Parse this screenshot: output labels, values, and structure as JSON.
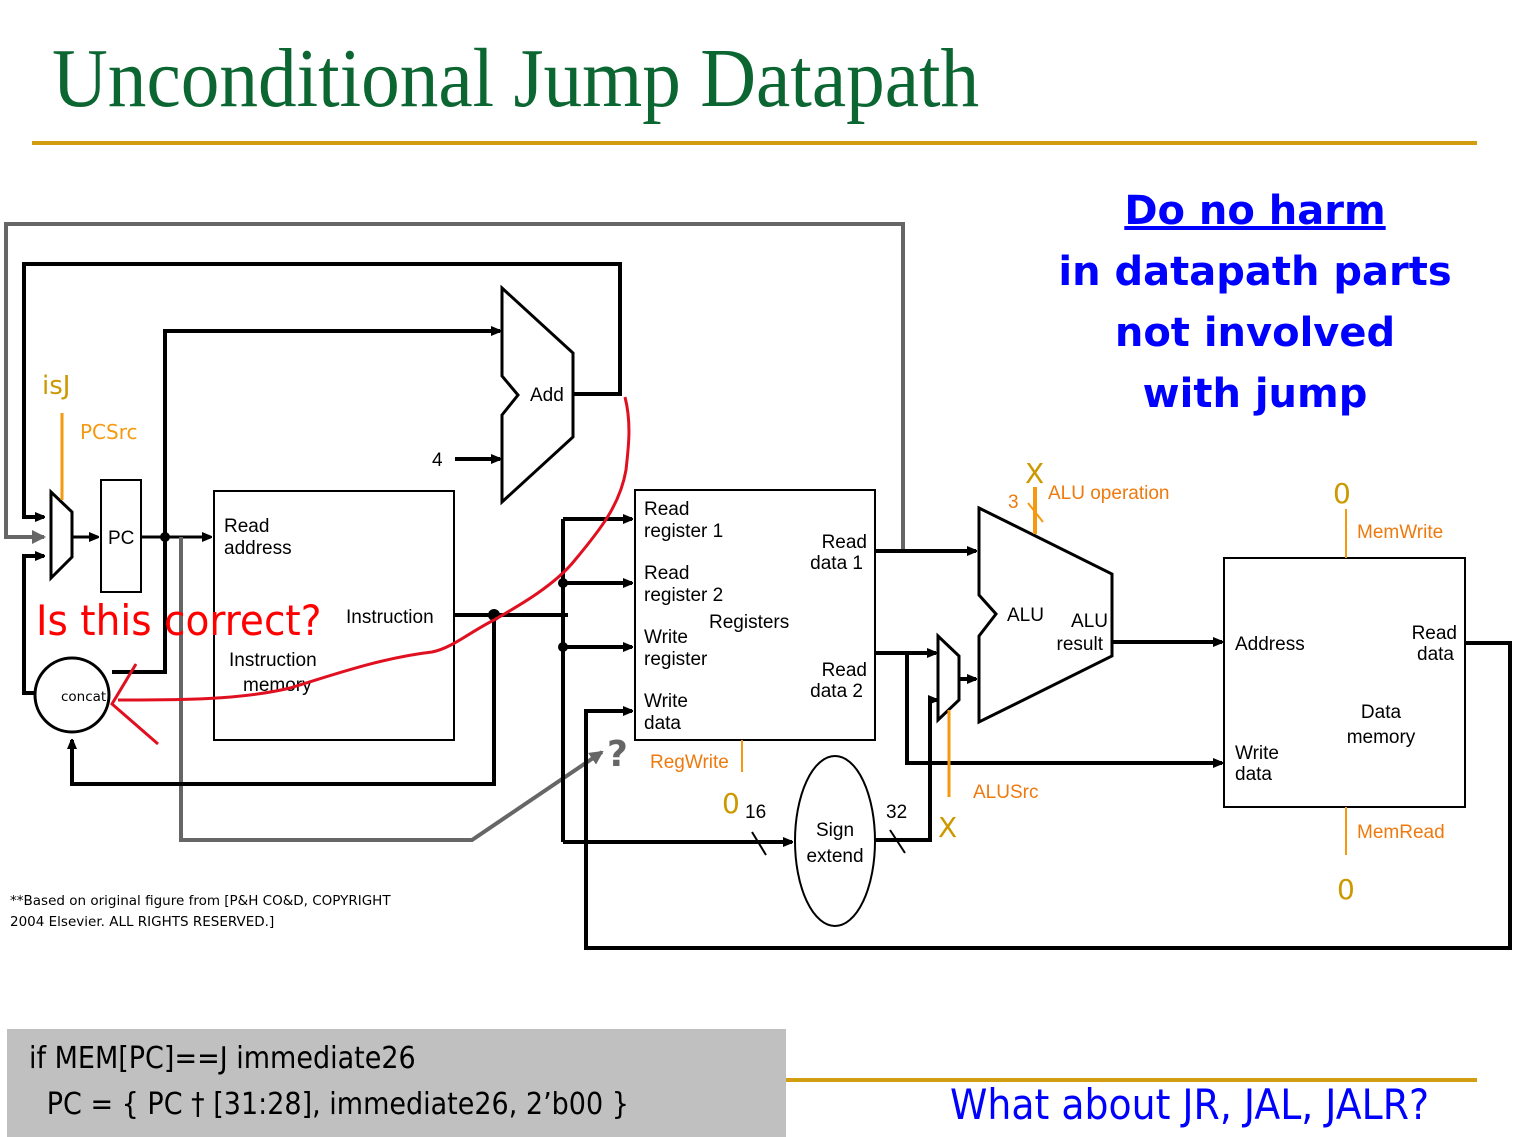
{
  "slide": {
    "title": "Unconditional Jump Datapath",
    "colors": {
      "title": "#0b6631",
      "rule": "#d09e10",
      "note": "#0000ff",
      "annotation": "#ff0000",
      "control": "#ee7a0e",
      "value": "#cc9900",
      "gray_wire": "#666666"
    }
  },
  "note": {
    "line1": "Do no harm",
    "line2": "in datapath parts",
    "line3": "not  involved",
    "line4": "with jump"
  },
  "diagram": {
    "pc_mux_control_value": "isJ",
    "pc_src_label": "PCSrc",
    "pc_label": "PC",
    "adder_label": "Add",
    "adder_const": "4",
    "imem": {
      "read_address": [
        "Read",
        "address"
      ],
      "instruction": "Instruction",
      "name": [
        "Instruction",
        "memory"
      ]
    },
    "concat_label": "concat",
    "regfile": {
      "read_reg1": [
        "Read",
        "register 1"
      ],
      "read_reg2": [
        "Read",
        "register 2"
      ],
      "write_reg": [
        "Write",
        "register"
      ],
      "write_data": [
        "Write",
        "data"
      ],
      "name": "Registers",
      "read_data1": [
        "Read",
        "data 1"
      ],
      "read_data2": [
        "Read",
        "data 2"
      ],
      "control": "RegWrite",
      "control_value": "0",
      "unknown_input": "?"
    },
    "sign_extend": {
      "name": [
        "Sign",
        "extend"
      ],
      "in_width": "16",
      "out_width": "32"
    },
    "alu": {
      "name": "ALU",
      "result": [
        "ALU",
        "result"
      ],
      "op_label": "ALU operation",
      "op_width": "3",
      "op_value": "X"
    },
    "alusrc": {
      "label": "ALUSrc",
      "value": "X"
    },
    "dmem": {
      "address": "Address",
      "write_data": [
        "Write",
        "data"
      ],
      "read_data": [
        "Read",
        "data"
      ],
      "name": [
        "Data",
        "memory"
      ],
      "mem_write_label": "MemWrite",
      "mem_write_value": "0",
      "mem_read_label": "MemRead",
      "mem_read_value": "0"
    },
    "annotation": "Is this correct?"
  },
  "credit": {
    "line1": "**Based on original figure from [P&H CO&D, COPYRIGHT",
    "line2": "2004 Elsevier. ALL RIGHTS RESERVED.]"
  },
  "code": {
    "line1": "if MEM[PC]==J immediate26",
    "line2": "   PC = { PC † [31:28], immediate26, 2’b00 }"
  },
  "footer_question": "What about JR, JAL, JALR?"
}
